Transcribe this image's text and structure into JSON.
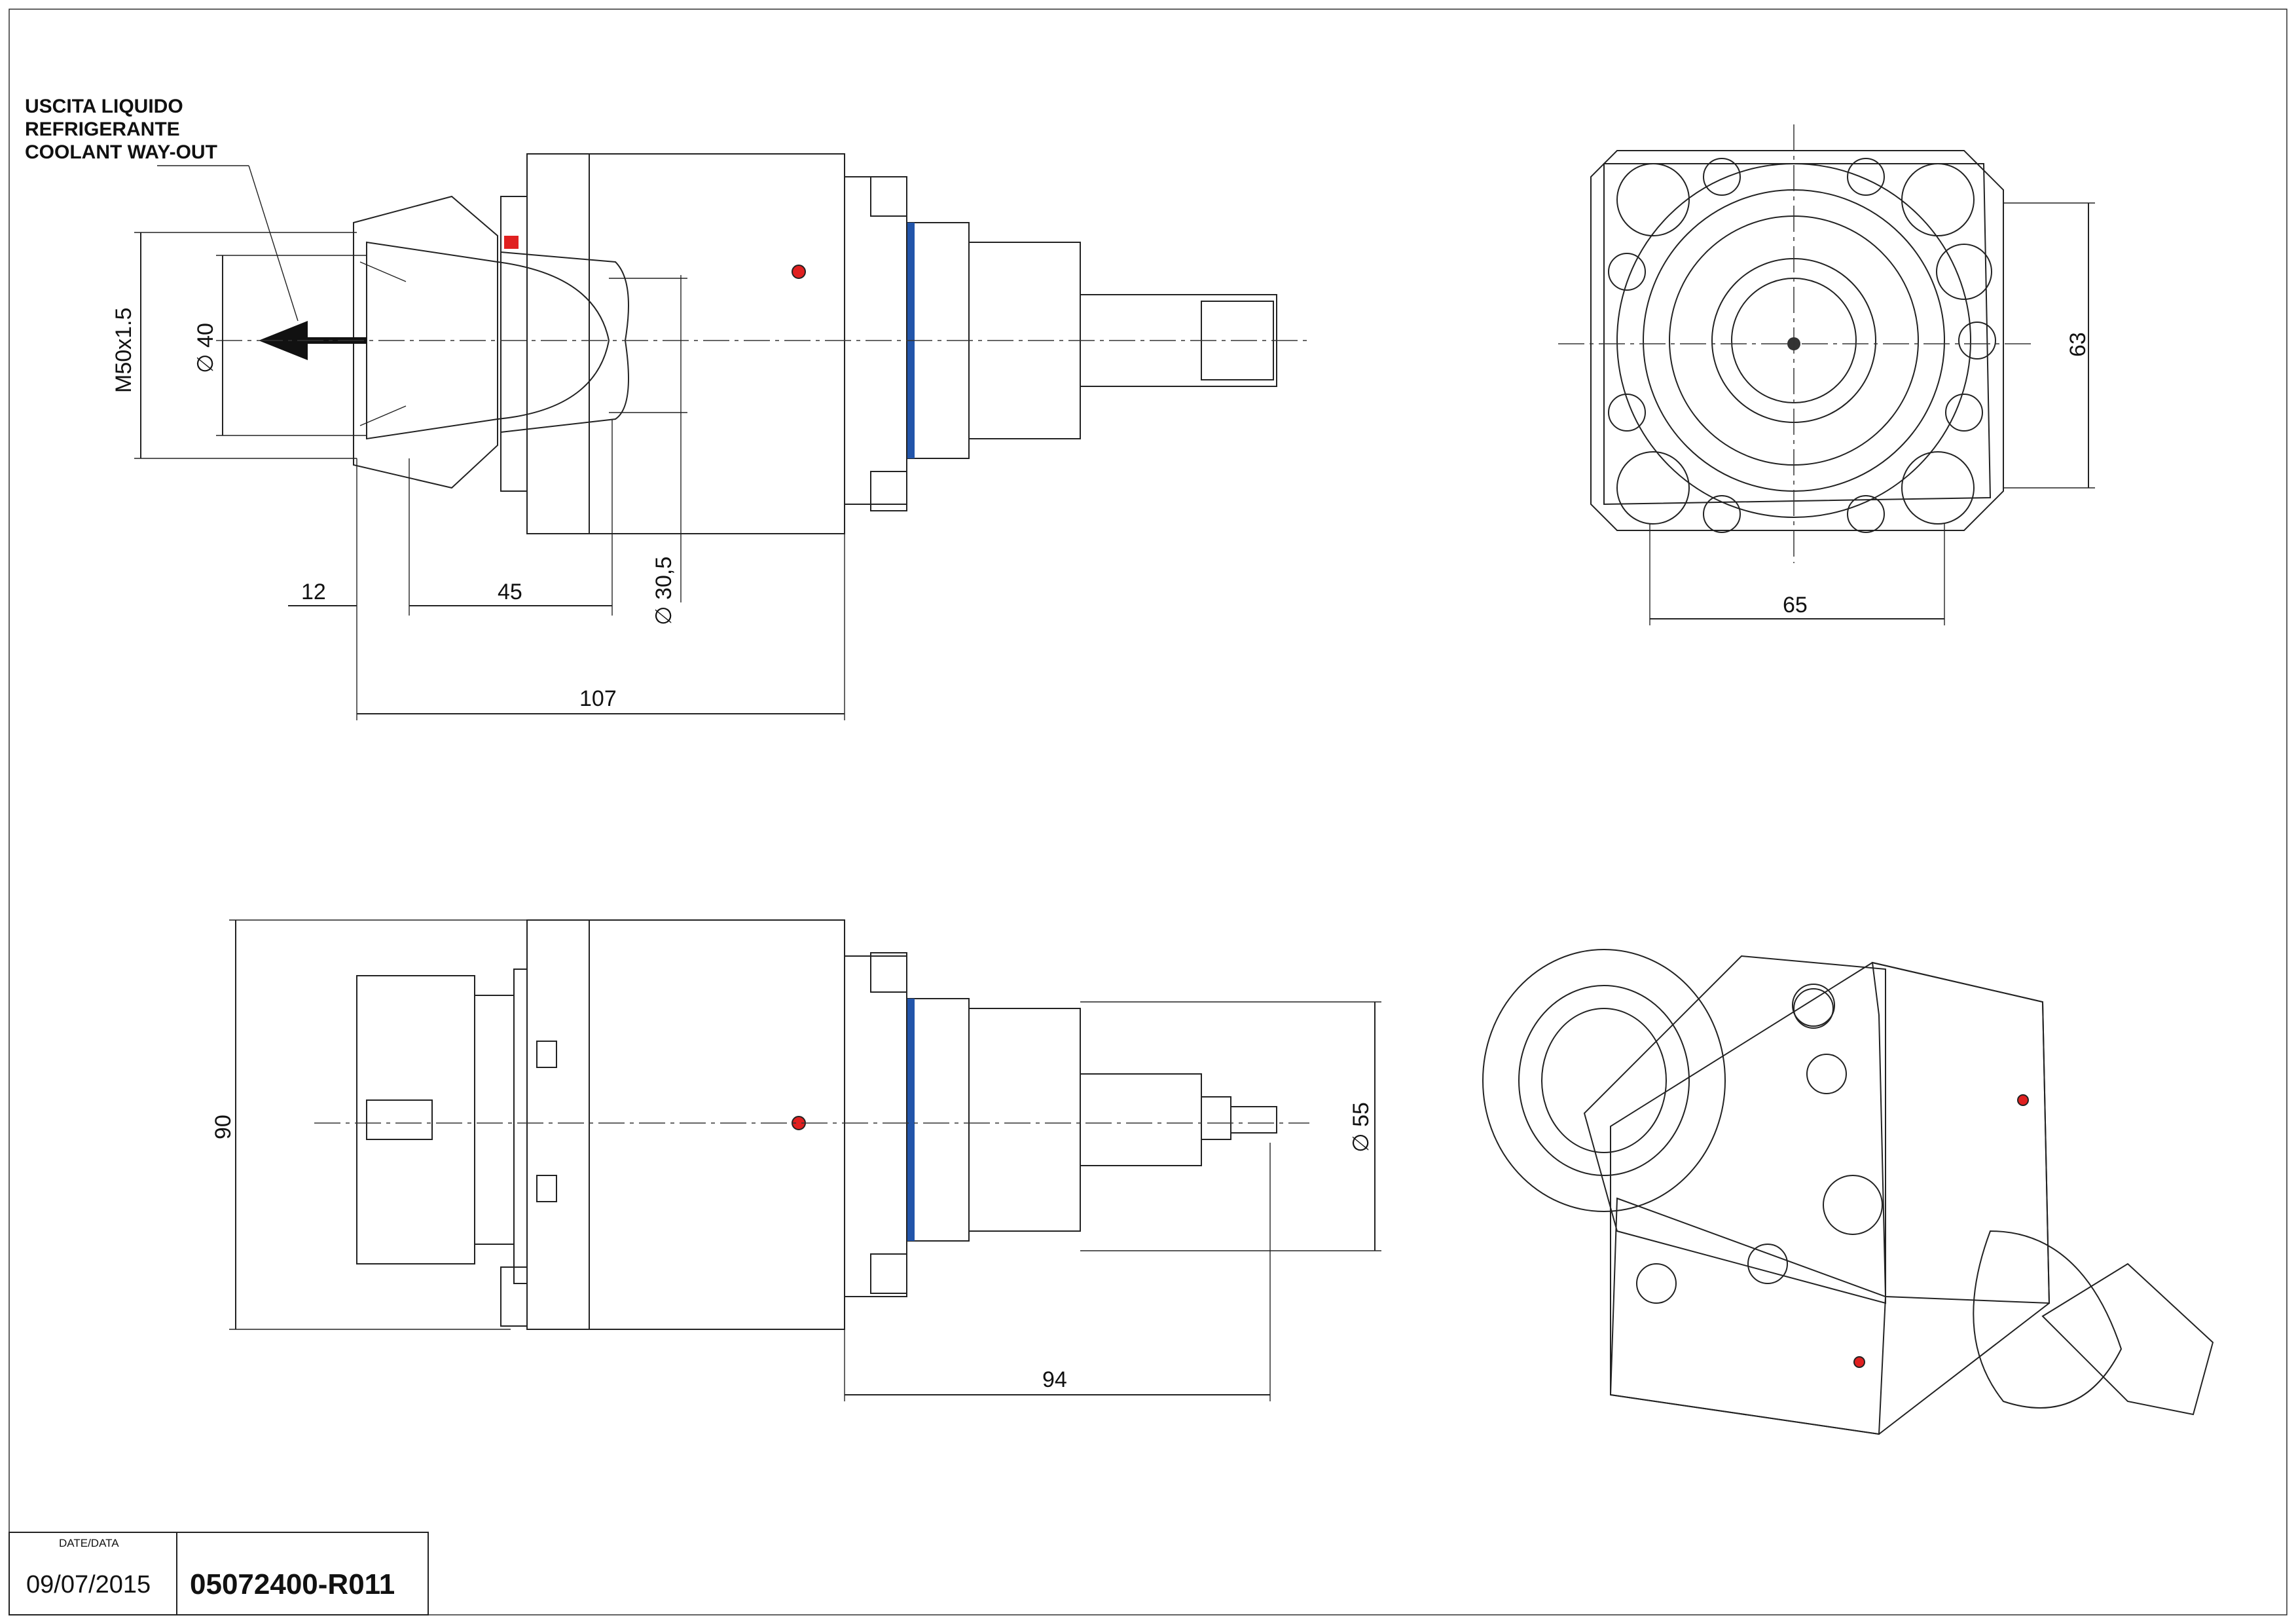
{
  "annotation": {
    "line1": "USCITA LIQUIDO",
    "line2": "REFRIGERANTE",
    "line3": "COOLANT WAY-OUT"
  },
  "dimensions": {
    "thread": "M50x1.5",
    "dia40": "∅ 40",
    "dia30_5": "∅ 30,5",
    "d12": "12",
    "d45": "45",
    "d107": "107",
    "d63": "63",
    "d65": "65",
    "d90": "90",
    "dia55": "∅ 55",
    "d94": "94"
  },
  "title_block": {
    "date_label": "DATE/DATA",
    "date": "09/07/2015",
    "code": "05072400-R011"
  },
  "colors": {
    "housing_light": "#fbf0c4",
    "housing_copper": "#e3ab8a",
    "flange_orange": "#f0a030",
    "steel_gray": "#9a9ca8",
    "nut_dark": "#5a5c66",
    "accent_red": "#e02020"
  }
}
